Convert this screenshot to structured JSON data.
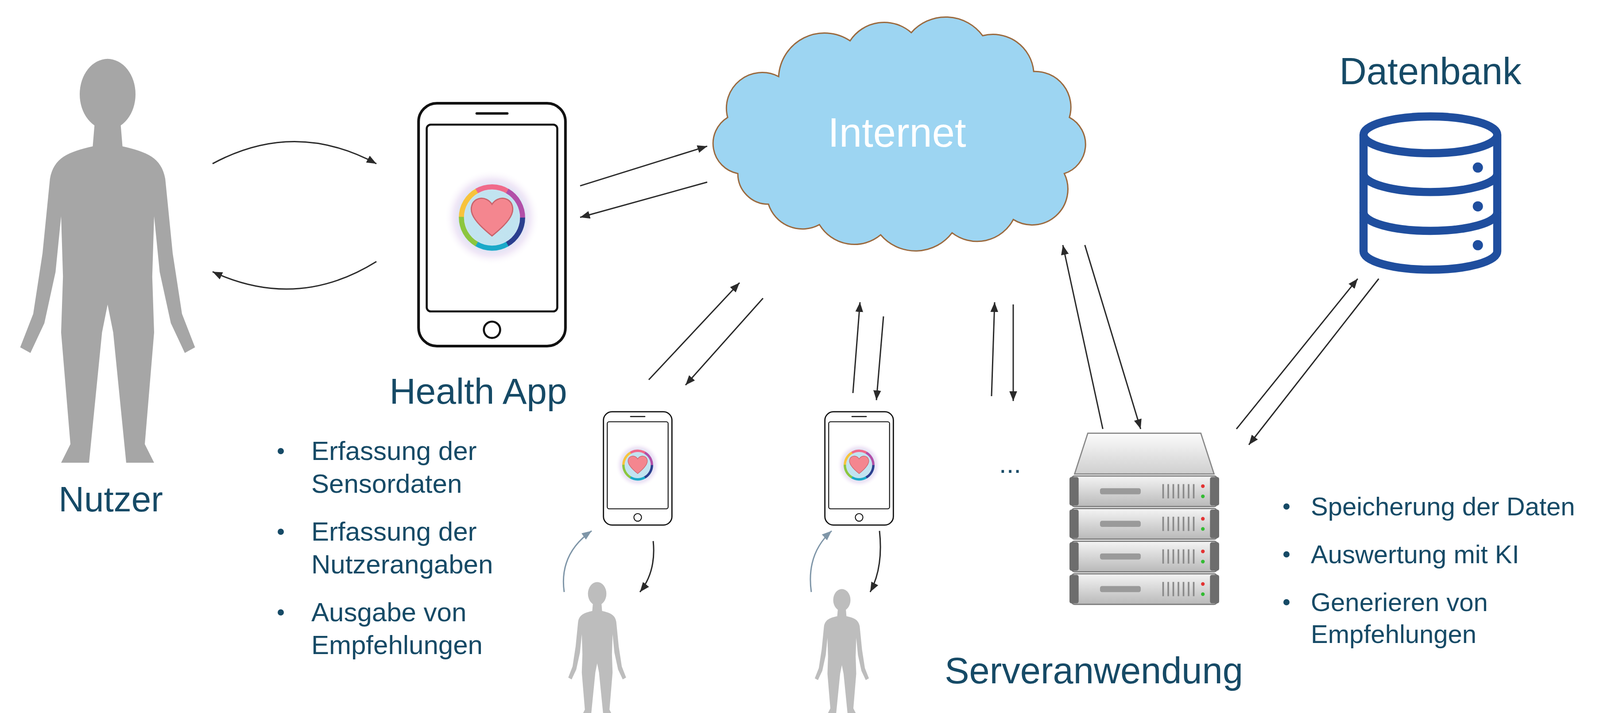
{
  "diagram": {
    "nodes": [
      {
        "text": [
          "Nutzer"
        ]
      },
      {
        "text": [
          "Health App"
        ]
      },
      {
        "text": [
          "Internet"
        ]
      },
      {
        "text": [
          "Datenbank"
        ]
      },
      {
        "text": [
          "Serveranwendung"
        ]
      }
    ],
    "edges": [
      {
        "from": 0,
        "to": 1,
        "arrow": "to"
      },
      {
        "from": 1,
        "to": 0,
        "arrow": "to"
      },
      {
        "from": 1,
        "to": 2,
        "arrow": "to"
      },
      {
        "from": 2,
        "to": 1,
        "arrow": "to"
      },
      {
        "from": 4,
        "to": 2,
        "arrow": "to"
      },
      {
        "from": 2,
        "to": 4,
        "arrow": "to"
      },
      {
        "from": 4,
        "to": 3,
        "arrow": "to"
      },
      {
        "from": 3,
        "to": 4,
        "arrow": "to"
      }
    ],
    "labels": [
      "Erfassung der Sensordaten",
      "Erfassung der Nutzerangaben",
      "Ausgabe von Empfehlungen",
      "...",
      "Speicherung der Daten",
      "Auswertung mit KI",
      "Generieren von Empfehlungen"
    ]
  }
}
